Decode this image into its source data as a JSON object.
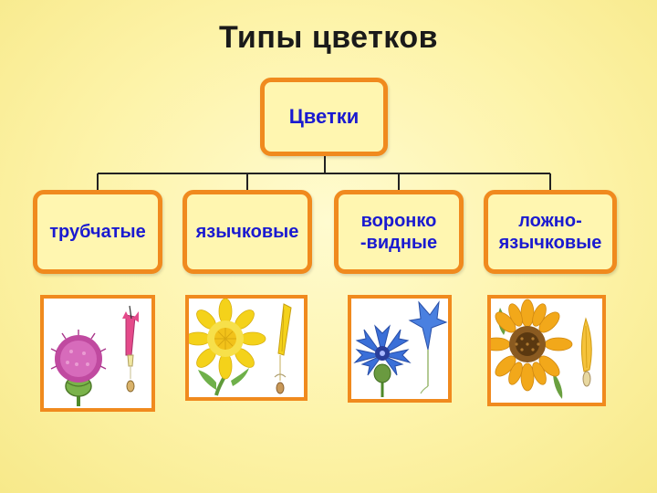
{
  "title": "Типы цветков",
  "root": {
    "label": "Цветки"
  },
  "types": [
    {
      "label": "трубчатые",
      "icon": "thistle-flower-icon",
      "color": "#c04aa0"
    },
    {
      "label": "язычковые",
      "icon": "dandelion-flower-icon",
      "color": "#f4d21a"
    },
    {
      "label": "воронко\n-видные",
      "icon": "cornflower-icon",
      "color": "#3a6fd8"
    },
    {
      "label": "ложно-\nязычковые",
      "icon": "sunflower-icon",
      "color": "#f2a81a"
    }
  ],
  "colors": {
    "box_border": "#f08a1e",
    "box_fill": "#fff6b0",
    "label_text": "#1a1ad0",
    "title_text": "#1a1a1a"
  }
}
